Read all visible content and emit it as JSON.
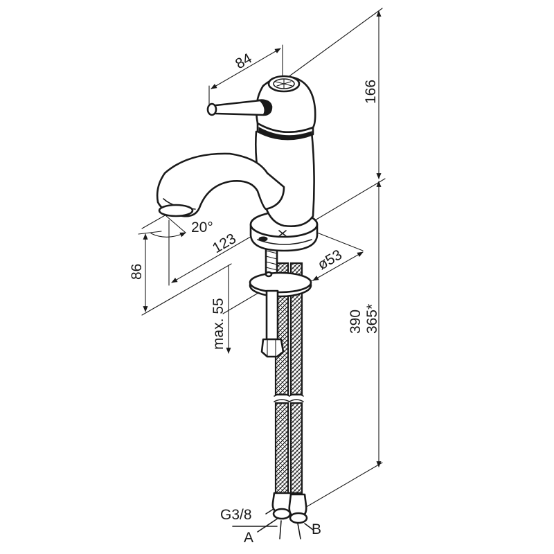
{
  "dimensions": {
    "width_84": "84",
    "height_166": "166",
    "spout_reach_123": "123",
    "angle_20": "20°",
    "spout_height_86": "86",
    "max_thickness": "max. 55",
    "base_diameter": "ø53",
    "total_length_390": "390",
    "total_length_365": "365*"
  },
  "connections": {
    "thread": "G3/8",
    "label_a": "A",
    "label_b": "B"
  }
}
